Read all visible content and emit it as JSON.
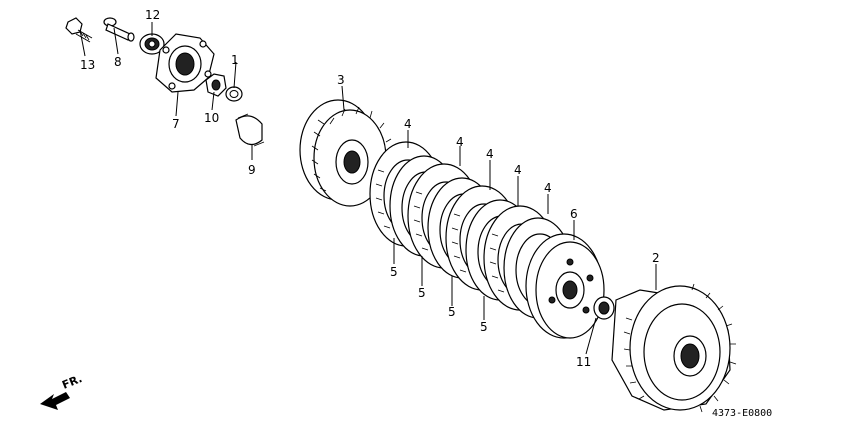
{
  "diagram_code": "4373-E0800",
  "direction_label": "FR.",
  "callouts": [
    {
      "id": "c1",
      "label": "1"
    },
    {
      "id": "c2",
      "label": "2"
    },
    {
      "id": "c3",
      "label": "3"
    },
    {
      "id": "c4a",
      "label": "4"
    },
    {
      "id": "c4b",
      "label": "4"
    },
    {
      "id": "c4c",
      "label": "4"
    },
    {
      "id": "c4d",
      "label": "4"
    },
    {
      "id": "c4e",
      "label": "4"
    },
    {
      "id": "c5a",
      "label": "5"
    },
    {
      "id": "c5b",
      "label": "5"
    },
    {
      "id": "c5c",
      "label": "5"
    },
    {
      "id": "c5d",
      "label": "5"
    },
    {
      "id": "c6",
      "label": "6"
    },
    {
      "id": "c7",
      "label": "7"
    },
    {
      "id": "c8",
      "label": "8"
    },
    {
      "id": "c9",
      "label": "9"
    },
    {
      "id": "c10",
      "label": "10"
    },
    {
      "id": "c11",
      "label": "11"
    },
    {
      "id": "c12",
      "label": "12"
    },
    {
      "id": "c13",
      "label": "13"
    }
  ]
}
